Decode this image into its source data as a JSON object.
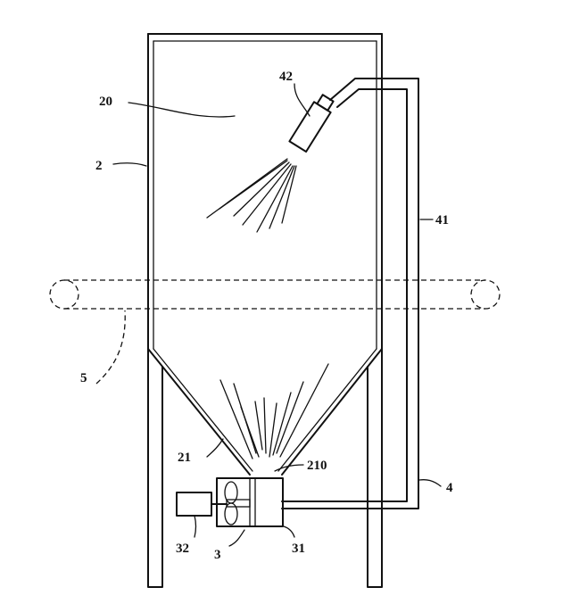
{
  "figure": {
    "labels": {
      "hopper": "2",
      "chamber": "20",
      "funnel": "21",
      "outlet": "210",
      "pump_assembly": "3",
      "pump_housing": "31",
      "motor": "32",
      "recirculation_system": "4",
      "return_pipe": "41",
      "spray_nozzle": "42",
      "conveyor": "5"
    }
  }
}
